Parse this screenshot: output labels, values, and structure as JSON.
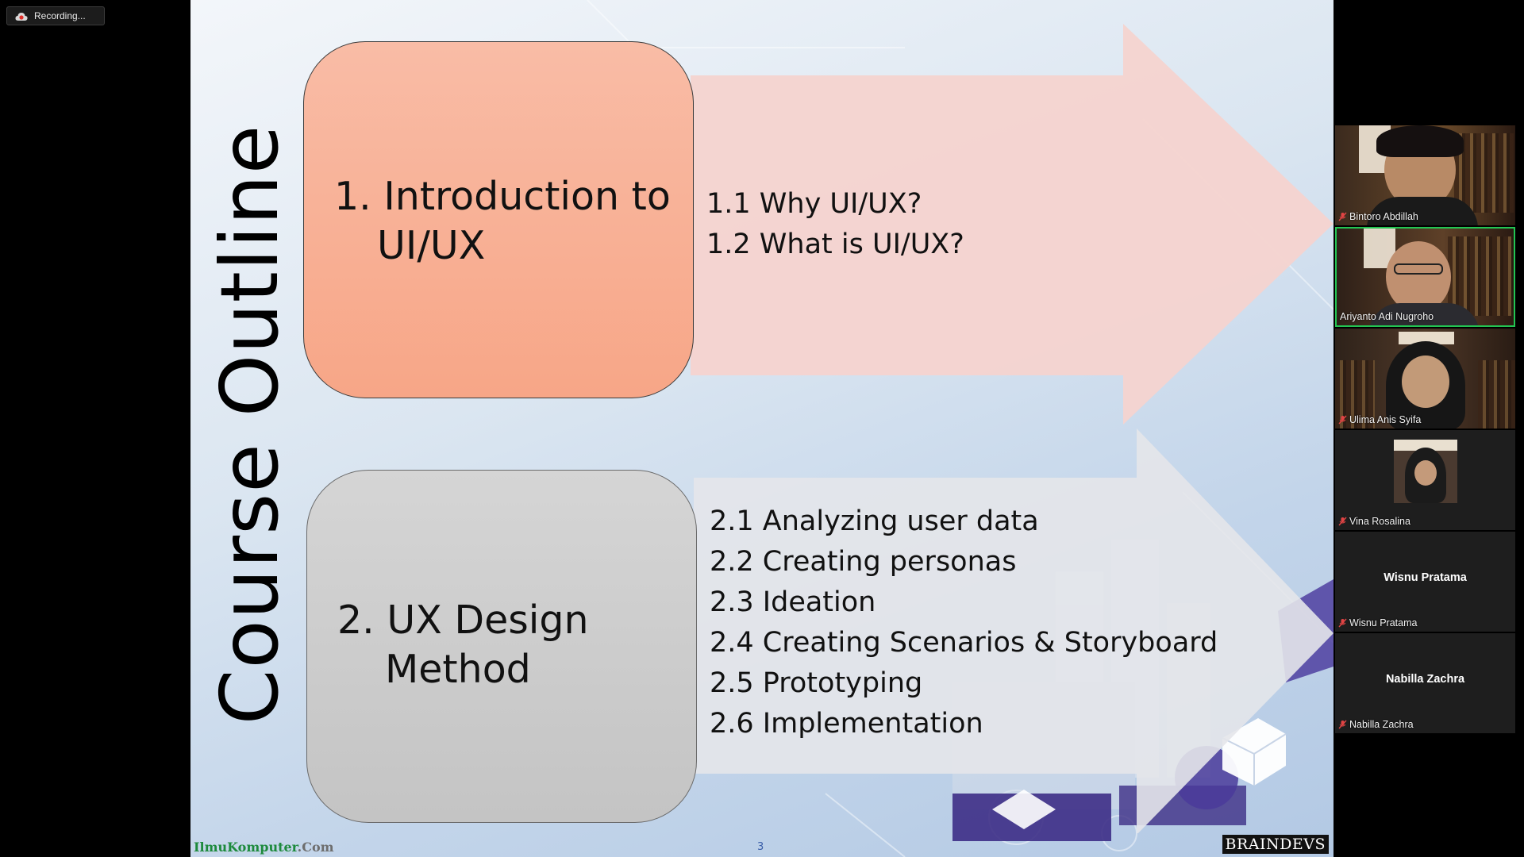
{
  "recording": {
    "label": "Recording..."
  },
  "slide": {
    "vertical_title": "Course Outline",
    "section1": {
      "title_line1": "1. Introduction to",
      "title_line2": "UI/UX",
      "items": [
        "1.1 Why UI/UX?",
        "1.2 What is UI/UX?"
      ]
    },
    "section2": {
      "title_line1": "2. UX Design",
      "title_line2": "Method",
      "items": [
        "2.1 Analyzing user data",
        "2.2 Creating personas",
        "2.3 Ideation",
        "2.4 Creating Scenarios & Storyboard",
        "2.5 Prototyping",
        "2.6 Implementation"
      ]
    },
    "footer_brand_green": "IlmuKomputer",
    "footer_brand_gray": ".Com",
    "page_number": "3",
    "logo_text": "BRAINDEVS",
    "colors": {
      "box1": "#f7a687",
      "box2": "#c4c4c4",
      "arrow1": "#f5d3cf",
      "arrow2": "#e4e6ea"
    }
  },
  "participants": [
    {
      "name": "Bintoro Abdillah",
      "muted": true,
      "video": true,
      "active": false
    },
    {
      "name": "Ariyanto Adi Nugroho",
      "muted": false,
      "video": true,
      "active": true
    },
    {
      "name": "Ulima Anis Syifa",
      "muted": true,
      "video": true,
      "active": false
    },
    {
      "name": "Vina Rosalina",
      "muted": true,
      "video": true,
      "active": false
    },
    {
      "name": "Wisnu Pratama",
      "display": "Wisnu Pratama",
      "muted": true,
      "video": false,
      "active": false
    },
    {
      "name": "Nabilla Zachra",
      "display": "Nabilla Zachra",
      "muted": true,
      "video": false,
      "active": false
    }
  ]
}
